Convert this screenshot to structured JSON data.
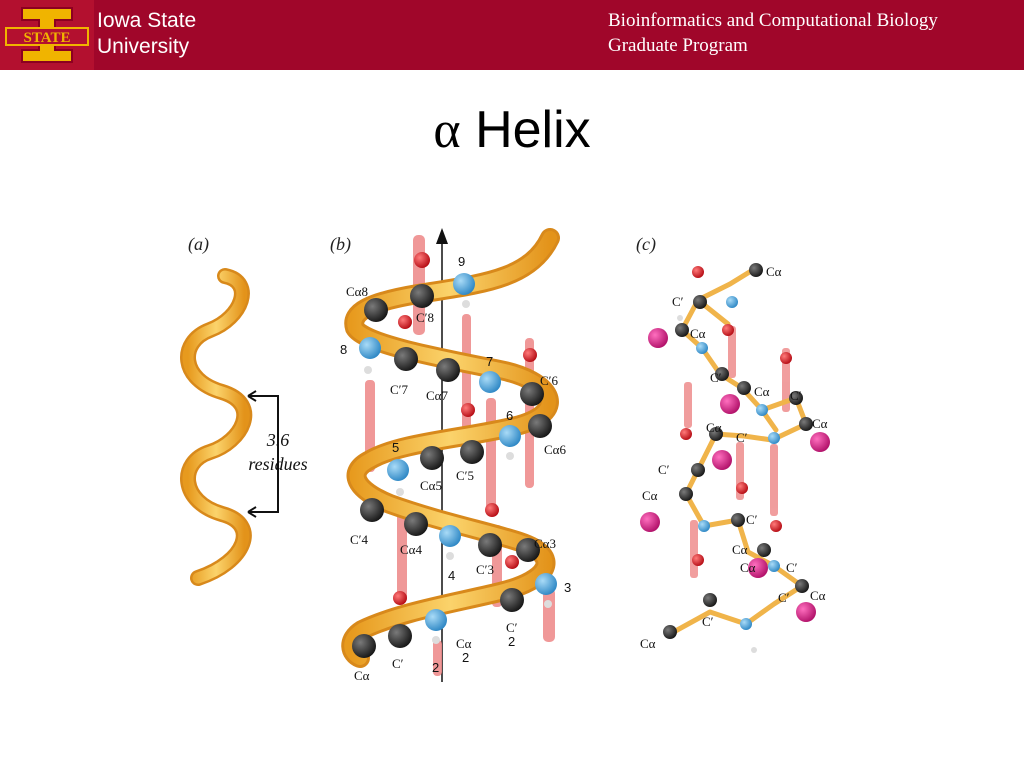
{
  "header": {
    "logo_icon": "iowa-state-logo-icon",
    "logo_text": "STATE",
    "university_line1": "Iowa State",
    "university_line2": "University",
    "program_line1": "Bioinformatics and Computational Biology",
    "program_line2": "Graduate Program",
    "bar_color": "#a0062a",
    "logo_gold": "#f0b400"
  },
  "slide": {
    "title_symbol": "α",
    "title_word": "Helix"
  },
  "figure": {
    "panel_a": {
      "label": "(a)",
      "annotation_line1": "3.6",
      "annotation_line2": "residues"
    },
    "panel_b": {
      "label": "(b)",
      "atom_labels": [
        "Cα8",
        "C′8",
        "9",
        "8",
        "7",
        "C′6",
        "C′7",
        "Cα7",
        "6",
        "5",
        "Cα6",
        "Cα5",
        "C′5",
        "C′4",
        "Cα4",
        "4",
        "Cα3",
        "C′3",
        "3",
        "Cα",
        "C′",
        "2",
        "Cα",
        "2",
        "C′",
        "2"
      ]
    },
    "panel_c": {
      "label": "(c)",
      "atom_labels": [
        "Cα",
        "C′",
        "Cα",
        "C′",
        "Cα",
        "C′",
        "Cα",
        "C′",
        "Cα",
        "C′",
        "Cα",
        "C′",
        "Cα",
        "C′",
        "Cα",
        "C′",
        "Cα",
        "C′",
        "Cα"
      ]
    },
    "colors": {
      "ribbon": "#f3b53c",
      "carbon": "#2b2b2b",
      "nitrogen": "#3d9bd6",
      "oxygen": "#d8141e",
      "side_chain": "#d11c7c",
      "hbond": "#ee8d8d"
    }
  }
}
